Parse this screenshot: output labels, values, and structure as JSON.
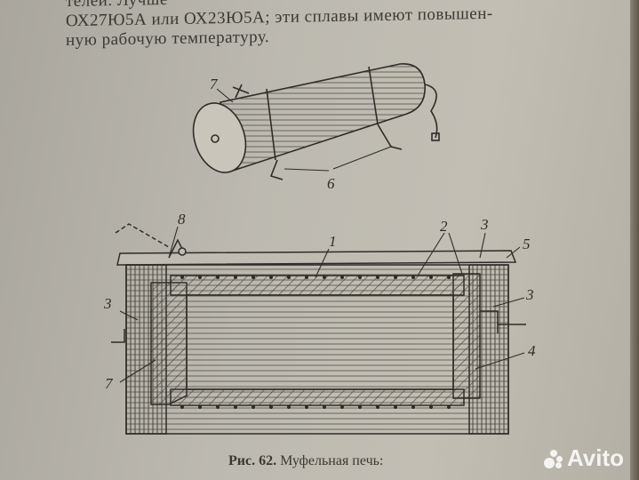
{
  "page": {
    "text_lines": [
      "телей.   Лучше",
      "ОХ27Ю5А или ОХ23Ю5А; эти сплавы имеют повышен-",
      "ную рабочую температуру."
    ],
    "caption_number": "Рис. 62.",
    "caption_text": "Муфельная печь:"
  },
  "figure": {
    "labels_top": [
      "7",
      "6"
    ],
    "labels_bottom": [
      "8",
      "1",
      "2",
      "3",
      "5",
      "3",
      "3",
      "7",
      "4"
    ]
  },
  "watermark": {
    "text": "Avito",
    "icon": "avito-dots-icon"
  }
}
